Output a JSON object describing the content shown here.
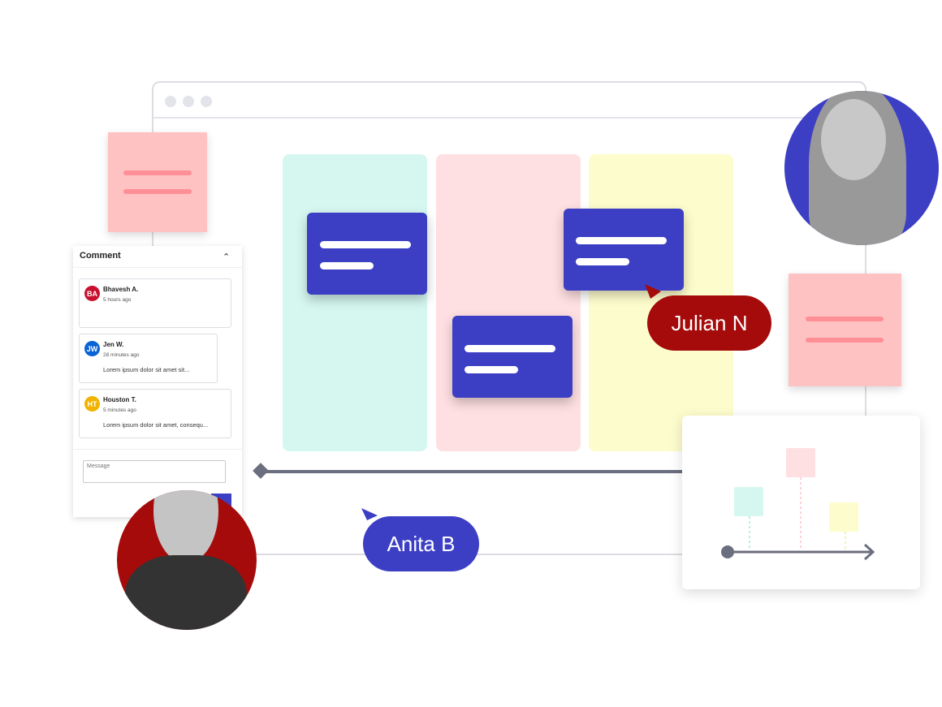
{
  "comment_panel": {
    "title": "Comment",
    "comments": [
      {
        "initials": "BA",
        "name": "Bhavesh A.",
        "time": "5 hours ago",
        "text": "",
        "color": "#c8102e"
      },
      {
        "initials": "JW",
        "name": "Jen W.",
        "time": "28 minutes ago",
        "text": "Lorem ipsum dolor sit amet sit...",
        "color": "#0a63d6"
      },
      {
        "initials": "HT",
        "name": "Houston T.",
        "time": "5 minutes ago",
        "text": "Lorem ipsum dolor sit amet, consequ...",
        "color": "#f0b400"
      }
    ],
    "message_placeholder": "Message"
  },
  "cursors": [
    {
      "name": "Anita B",
      "color": "#3c3fc4"
    },
    {
      "name": "Julian N",
      "color": "#a50b0b"
    }
  ],
  "colors": {
    "accent": "#3c3fc4",
    "teal": "#d5f7f0",
    "pink": "#ffe0e2",
    "yellow": "#fdfccc"
  }
}
